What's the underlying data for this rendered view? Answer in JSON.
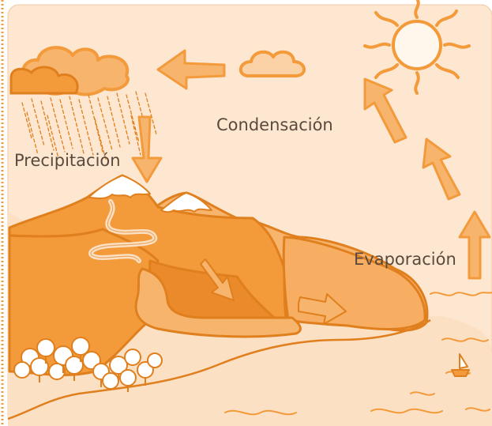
{
  "labels": {
    "condensation": "Condensación",
    "precipitation": "Precipitación",
    "evaporation": "Evaporación"
  },
  "colors": {
    "background": "#fde7d0",
    "orange": "#f39a3b",
    "dark_orange": "#e0811f",
    "light_orange": "#f7b46d",
    "pale": "#fce0c4",
    "stroke": "#e07f1d",
    "snow": "#ffffff",
    "text": "#5a4a3d"
  },
  "icons": {
    "sun": "sun-icon",
    "cloud": "cloud-icon",
    "boat": "sailboat-icon",
    "tree": "tree-icon",
    "arrow": "arrow-icon"
  }
}
